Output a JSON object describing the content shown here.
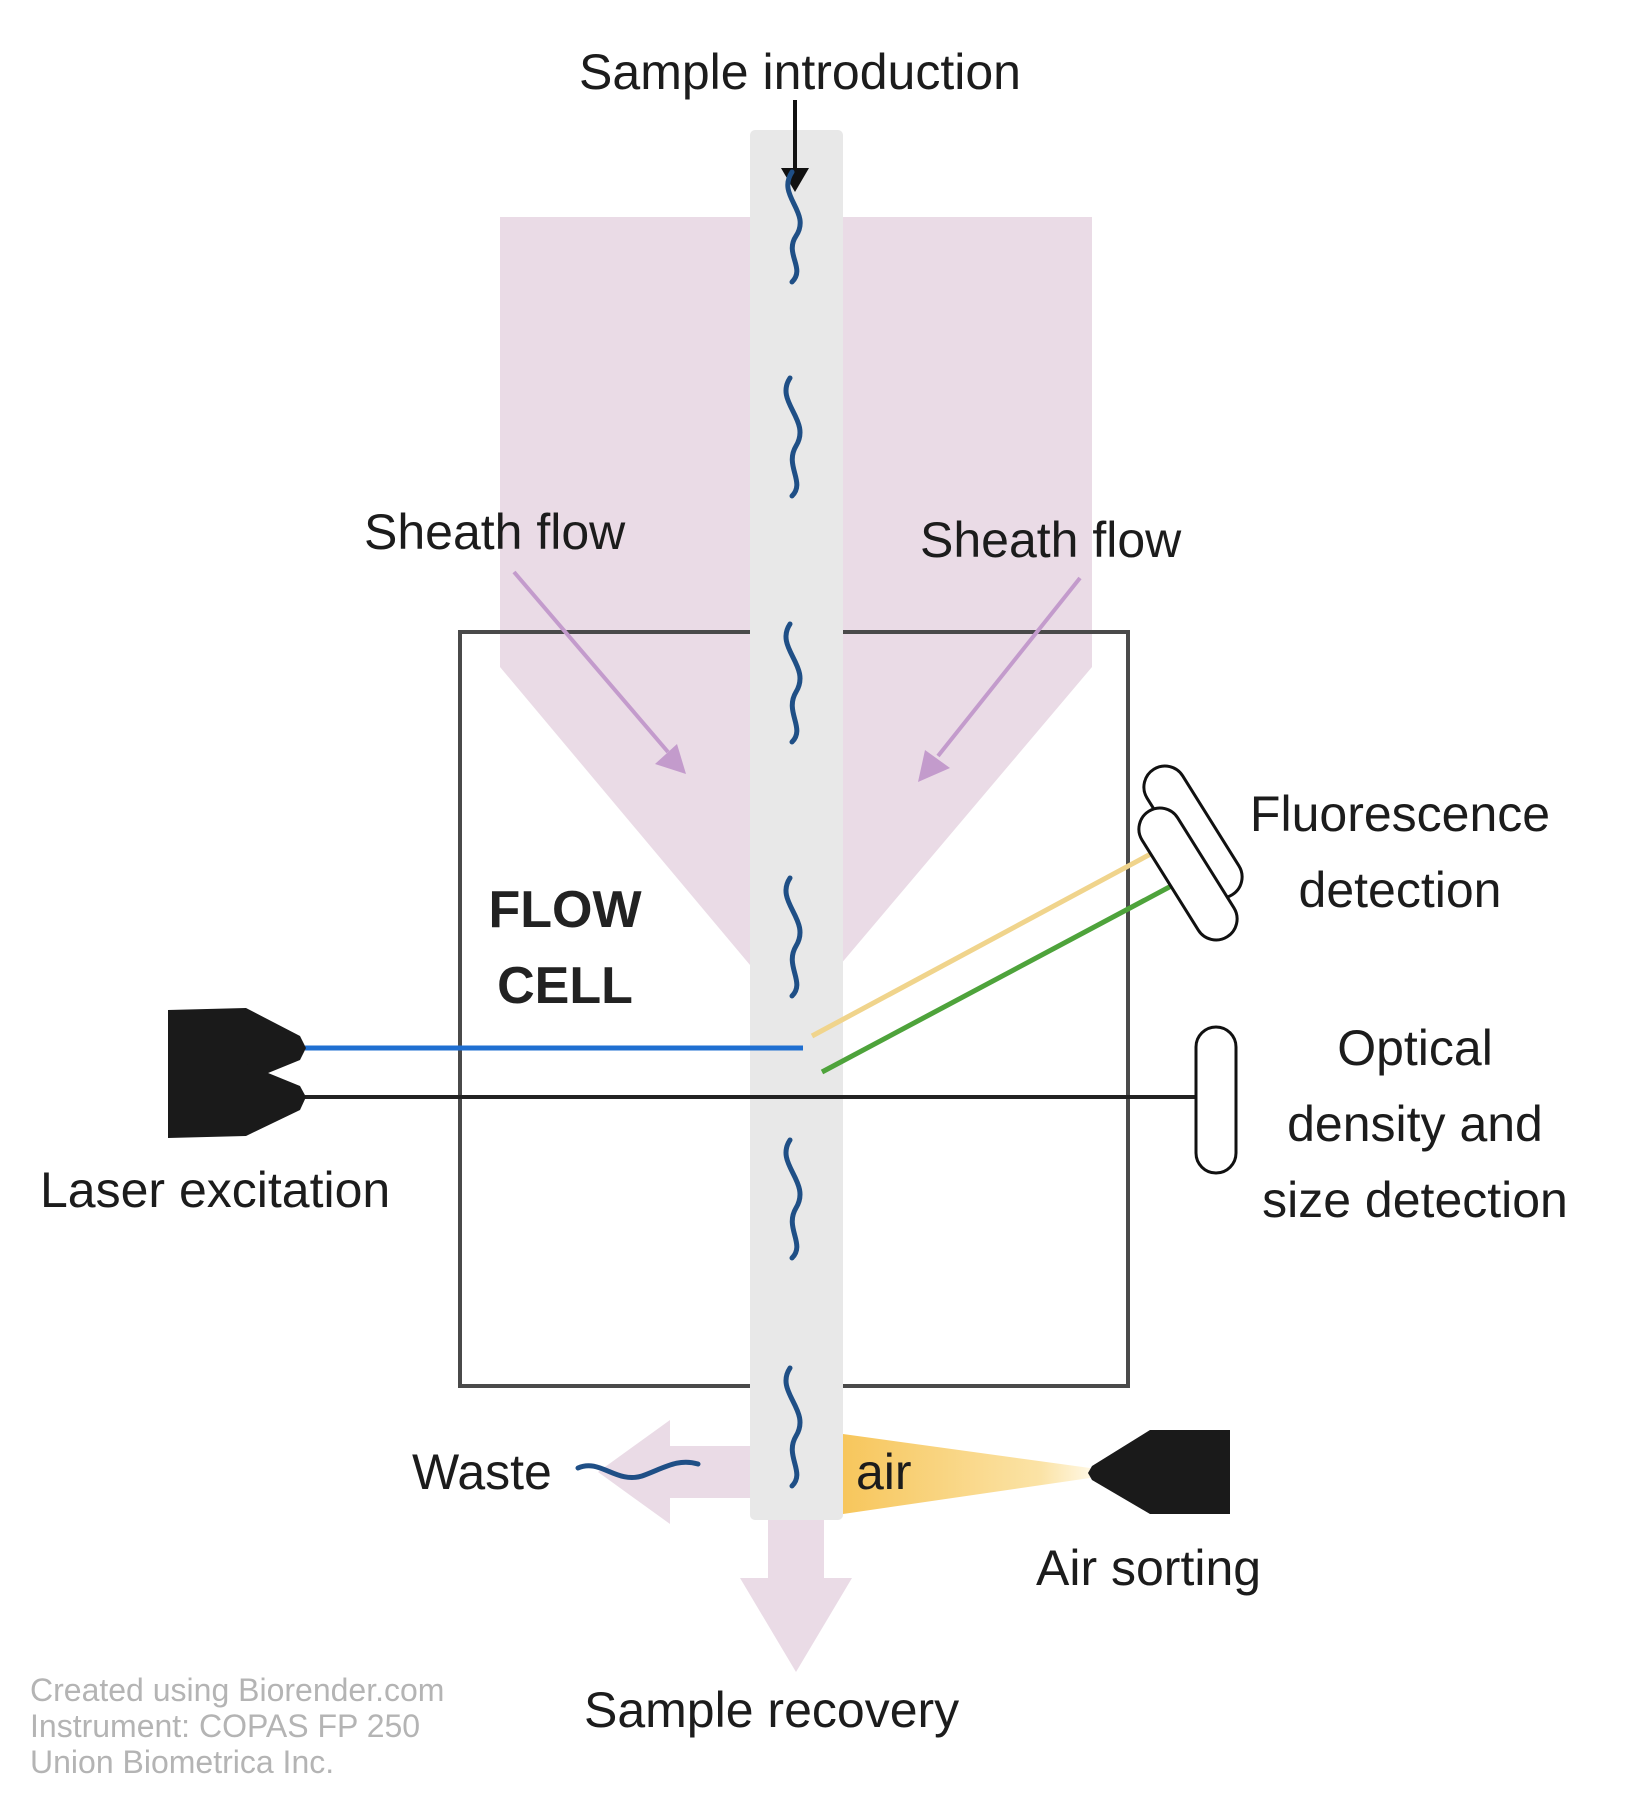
{
  "labels": {
    "sample_introduction": "Sample introduction",
    "sheath_flow_left": "Sheath flow",
    "sheath_flow_right": "Sheath flow",
    "flow_cell_line1": "FLOW",
    "flow_cell_line2": "CELL",
    "fluorescence_line1": "Fluorescence",
    "fluorescence_line2": "detection",
    "optical_line1": "Optical",
    "optical_line2": "density and",
    "optical_line3": "size detection",
    "laser_excitation": "Laser excitation",
    "waste": "Waste",
    "air": "air",
    "air_sorting": "Air sorting",
    "sample_recovery": "Sample recovery"
  },
  "credits": {
    "line1": "Created using Biorender.com",
    "line2": "Instrument: COPAS FP 250",
    "line3": "Union Biometrica Inc."
  },
  "colors": {
    "sheath": "#eadbe6",
    "sheath_arrow": "#c39bcc",
    "sample_channel": "#e8e8e8",
    "laser_beam": "#1f6fd1",
    "fluorescence_yellow": "#f0d48c",
    "fluorescence_green": "#4ea33b",
    "air_jet": "#f7c65c",
    "worm": "#1f4f86",
    "device": "#1a1a1a"
  }
}
